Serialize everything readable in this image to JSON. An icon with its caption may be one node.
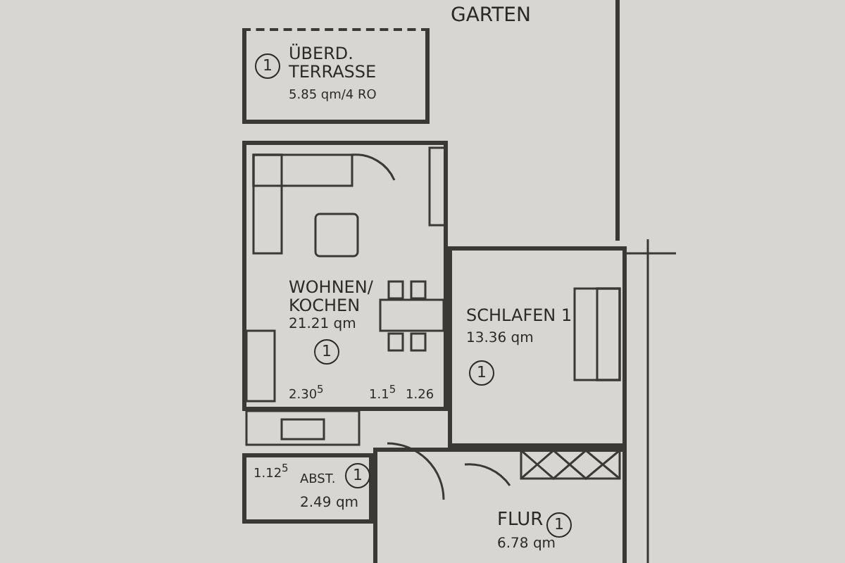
{
  "diagram": {
    "nodes": [
      {
        "text": [
          "GARTEN"
        ]
      },
      {
        "text": [
          "1",
          "ÜBERD. TERRASSE",
          "5.85 qm/4 RO"
        ]
      },
      {
        "text": [
          "WOHNEN/ KOCHEN",
          "21.21 qm",
          "1"
        ]
      },
      {
        "text": [
          "SCHLAFEN 1",
          "13.36 qm",
          "1"
        ]
      },
      {
        "text": [
          "ABST.",
          "1",
          "2.49 qm"
        ]
      },
      {
        "text": [
          "FLUR",
          "1",
          "6.78 qm"
        ]
      }
    ],
    "labels": [
      "2.30$^{5}$",
      "1.1$^{5}$",
      "1.26",
      "1.12$^{5}$"
    ]
  }
}
